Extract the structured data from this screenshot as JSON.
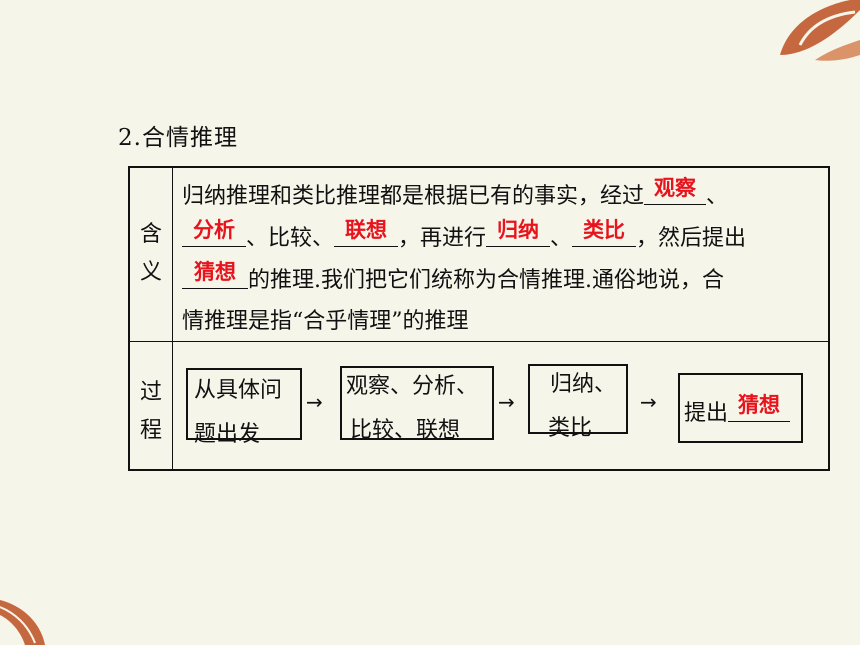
{
  "section_title": "2.合情推理",
  "table": {
    "row1_header": [
      "含",
      "义"
    ],
    "row2_header": [
      "过",
      "程"
    ],
    "meaning": {
      "l1_text": "归纳推理和类比推理都是根据已有的事实，经过",
      "l1_end": "、",
      "l2_t1": "、比较、",
      "l2_t2": "，再进行",
      "l2_t3": "、",
      "l2_t4": "，然后提出",
      "l3_text": "的推理.我们把它们统称为合情推理.通俗地说，合",
      "l4_text": "情推理是指“合乎情理”的推理",
      "answers": {
        "observe": "观察",
        "analyze": "分析",
        "associate": "联想",
        "induce": "归纳",
        "analogy": "类比",
        "conjecture": "猜想"
      }
    },
    "process": {
      "box1": [
        "从具体问",
        "题出发"
      ],
      "box2": [
        "观察、分析、",
        "比较、联想"
      ],
      "box3": [
        "归纳、",
        "类比"
      ],
      "box4_text": "提出",
      "box4_answer": "猜想",
      "arrow": "→"
    }
  },
  "colors": {
    "answer": "#e8141d",
    "background": "#f6f5ea",
    "decoration": "#c0592c"
  }
}
